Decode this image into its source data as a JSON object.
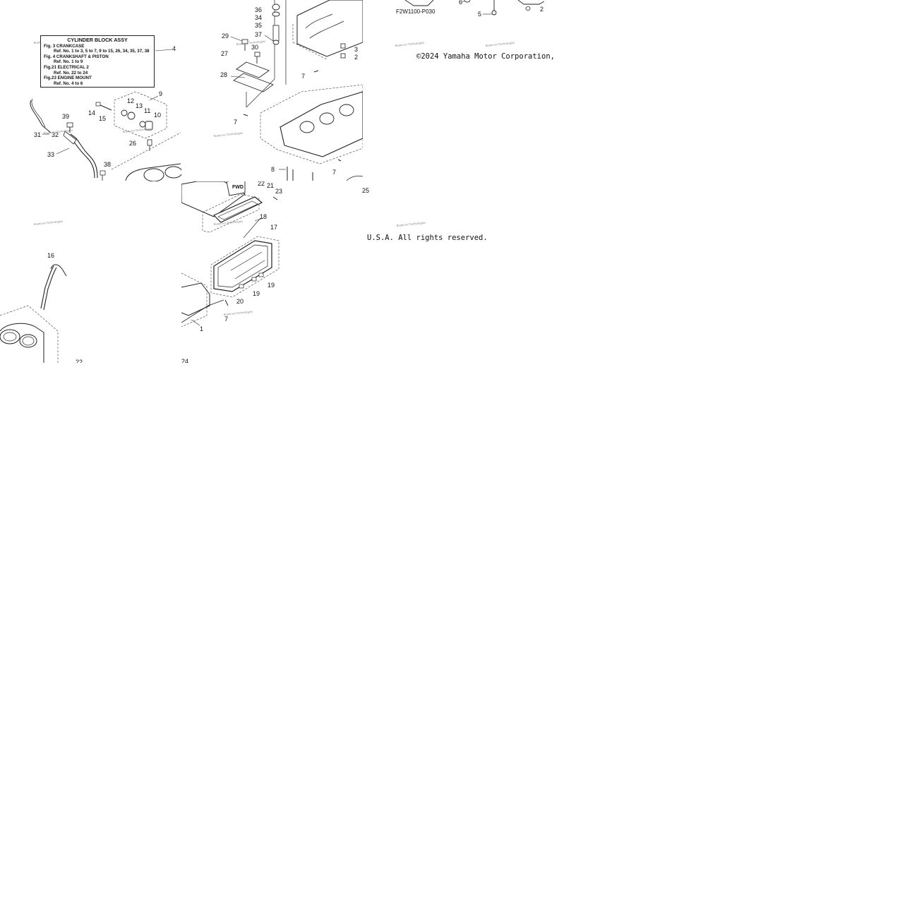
{
  "legend": {
    "title": "CYLINDER BLOCK ASSY",
    "items": [
      {
        "fig": "Fig.  3 CRANKCASE",
        "ref": "Ref. No. 1 to 3, 5 to 7, 9 to 15, 26, 34, 35, 37, 38"
      },
      {
        "fig": "Fig.  4 CRANKSHAFT & PISTON",
        "ref": "Ref. No. 1 to 9"
      },
      {
        "fig": "Fig.21 ELECTRICAL 2",
        "ref": "Ref. No. 22 to 24"
      },
      {
        "fig": "Fig.23 ENGINE MOUNT",
        "ref": "Ref. No. 4 to 6"
      }
    ]
  },
  "diagram_code": "F2W1100-P030",
  "copyright_line1": "©2024 Yamaha Motor Corporation,",
  "copyright_line2": "U.S.A. All rights reserved.",
  "watermark": "Boats.net Technologies",
  "callouts": {
    "c1": "1",
    "c2": "2",
    "c3": "3",
    "c4": "4",
    "c5": "5",
    "c6": "6",
    "c7a": "7",
    "c7b": "7",
    "c7c": "7",
    "c7d": "7",
    "c8": "8",
    "c9": "9",
    "c10": "10",
    "c11": "11",
    "c12": "12",
    "c13": "13",
    "c14": "14",
    "c15": "15",
    "c16": "16",
    "c17": "17",
    "c18": "18",
    "c19a": "19",
    "c19b": "19",
    "c20": "20",
    "c21": "21",
    "c22a": "22",
    "c22b": "22",
    "c23": "23",
    "c24": "24",
    "c25": "25",
    "c26": "26",
    "c27": "27",
    "c28": "28",
    "c29": "29",
    "c30": "30",
    "c31": "31",
    "c32": "32",
    "c33": "33",
    "c34": "34",
    "c35": "35",
    "c36": "36",
    "c37": "37",
    "c38": "38",
    "c39": "39"
  }
}
